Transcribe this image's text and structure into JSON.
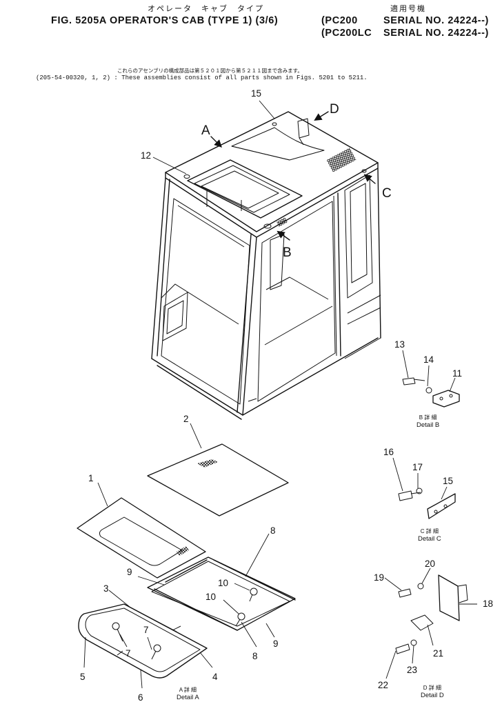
{
  "header": {
    "jp_title": "オペレータ　キャブ　タイプ",
    "jp_applicable": "適用号機",
    "fig_line": "FIG. 5205A  OPERATOR'S CAB (TYPE 1) (3/6)",
    "model_1": "(PC200",
    "model_2": "(PC200LC",
    "serial_1": "SERIAL  NO. 24224--)",
    "serial_2": "SERIAL  NO. 24224--)"
  },
  "note": {
    "jp": "これらのアセンブリの構成部品は第５２０１図から第５２１１図まで含みます。",
    "en": "(205-54-00320, 1, 2) : These assemblies consist of all parts shown in Figs. 5201 to 5211."
  },
  "view_markers": [
    "A",
    "B",
    "C",
    "D"
  ],
  "callouts": [
    "1",
    "2",
    "3",
    "4",
    "5",
    "6",
    "7",
    "7",
    "8",
    "8",
    "9",
    "9",
    "10",
    "10",
    "11",
    "12",
    "13",
    "14",
    "15",
    "15",
    "16",
    "17",
    "18",
    "19",
    "20",
    "21",
    "22",
    "23"
  ],
  "details": {
    "a_jp": "A 詳 細",
    "a_en": "Detail A",
    "b_jp": "B 詳 細",
    "b_en": "Detail B",
    "c_jp": "C 詳 細",
    "c_en": "Detail C",
    "d_jp": "D 詳 細",
    "d_en": "Detail D"
  }
}
